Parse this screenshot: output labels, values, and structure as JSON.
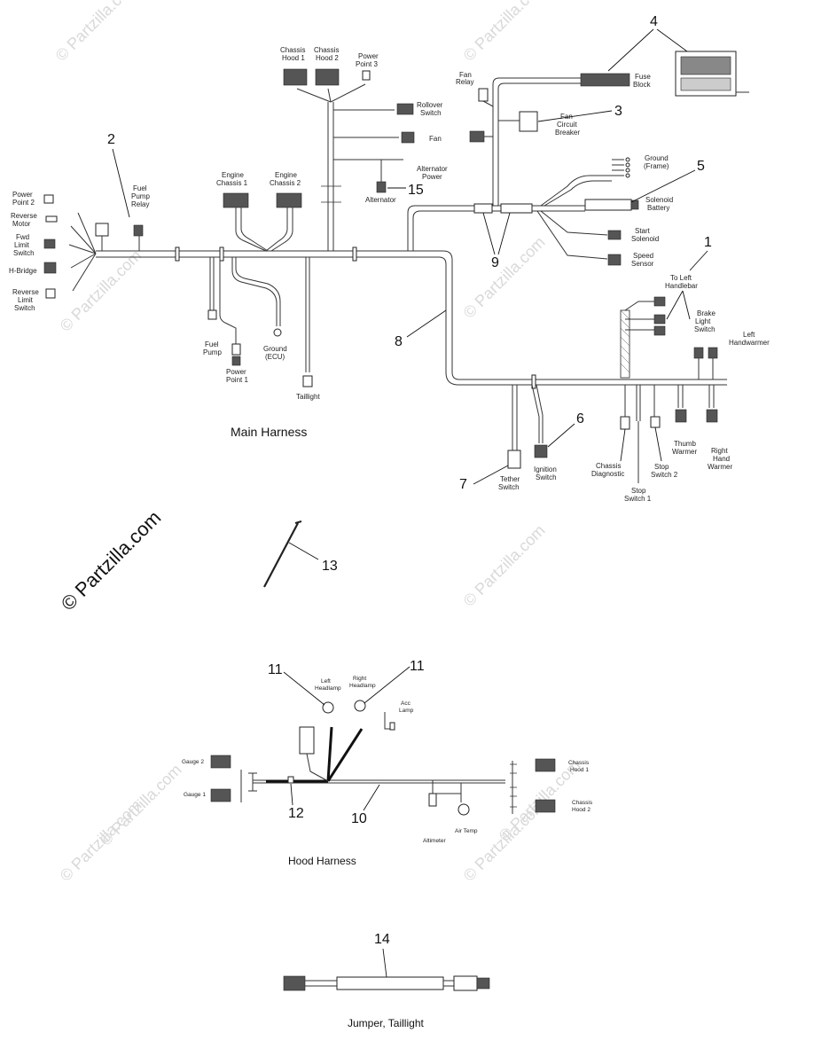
{
  "watermarks": {
    "copyright_main": "© Partzilla.com",
    "faint": "© Partzilla.com"
  },
  "main_harness": {
    "title": "Main Harness",
    "labels": {
      "chassis_hood_1": [
        "Chassis",
        "Hood 1"
      ],
      "chassis_hood_2": [
        "Chassis",
        "Hood 2"
      ],
      "power_point_3": [
        "Power",
        "Point 3"
      ],
      "rollover_switch": [
        "Rollover",
        "Switch"
      ],
      "fan": "Fan",
      "alternator_power": [
        "Alternator",
        "Power"
      ],
      "alternator": "Alternator",
      "fan_relay": [
        "Fan",
        "Relay"
      ],
      "fuse_block": [
        "Fuse",
        "Block"
      ],
      "fan_circuit_breaker": [
        "Fan",
        "Circuit",
        "Breaker"
      ],
      "ground_frame": [
        "Ground",
        "(Frame)"
      ],
      "solenoid_battery": [
        "Solenoid",
        "Battery"
      ],
      "start_solenoid": [
        "Start",
        "Solenoid"
      ],
      "speed_sensor": [
        "Speed",
        "Sensor"
      ],
      "to_left_handlebar": [
        "To Left",
        "Handlebar"
      ],
      "brake_light_switch": [
        "Brake",
        "Light",
        "Switch"
      ],
      "left_handwarmer": [
        "Left",
        "Handwarmer"
      ],
      "power_point_2": [
        "Power",
        "Point 2"
      ],
      "reverse_motor": [
        "Reverse",
        "Motor"
      ],
      "fwd_limit_switch": [
        "Fwd",
        "Limit",
        "Switch"
      ],
      "h_bridge": "H-Bridge",
      "reverse_limit_switch": [
        "Reverse",
        "Limit",
        "Switch"
      ],
      "fuel_pump_relay": [
        "Fuel",
        "Pump",
        "Relay"
      ],
      "engine_chassis_1": [
        "Engine",
        "Chassis 1"
      ],
      "engine_chassis_2": [
        "Engine",
        "Chassis 2"
      ],
      "fuel_pump": [
        "Fuel",
        "Pump"
      ],
      "power_point_1": [
        "Power",
        "Point 1"
      ],
      "ground_ecu": [
        "Ground",
        "(ECU)"
      ],
      "taillight": "Taillight",
      "chassis_diagnostic": [
        "Chassis",
        "Diagnostic"
      ],
      "stop_switch_2": [
        "Stop",
        "Switch 2"
      ],
      "thumb_warmer": [
        "Thumb",
        "Warmer"
      ],
      "right_hand_warmer": [
        "Right",
        "Hand",
        "Warmer"
      ],
      "stop_switch_1": [
        "Stop",
        "Switch 1"
      ],
      "ignition_switch": [
        "Ignition",
        "Switch"
      ],
      "tether_switch": [
        "Tether",
        "Switch"
      ]
    }
  },
  "hood_harness": {
    "title": "Hood Harness",
    "labels": {
      "left_headlamp": [
        "Left",
        "Headlamp"
      ],
      "right_headlamp": [
        "Right",
        "Headlamp"
      ],
      "acc_lamp": [
        "Acc",
        "Lamp"
      ],
      "gauge_2": "Gauge 2",
      "gauge_1": "Gauge 1",
      "chassis_hood_1": [
        "Chassis",
        "Hood 1"
      ],
      "chassis_hood_2": [
        "Chassis",
        "Hood 2"
      ],
      "altimeter": "Altimeter",
      "air_temp": "Air Temp"
    }
  },
  "jumper": {
    "title": "Jumper, Taillight"
  },
  "callouts": {
    "c1": "1",
    "c2": "2",
    "c3": "3",
    "c4": "4",
    "c5": "5",
    "c6": "6",
    "c7": "7",
    "c8": "8",
    "c9": "9",
    "c10": "10",
    "c11a": "11",
    "c11b": "11",
    "c12": "12",
    "c13": "13",
    "c14": "14",
    "c15": "15"
  }
}
